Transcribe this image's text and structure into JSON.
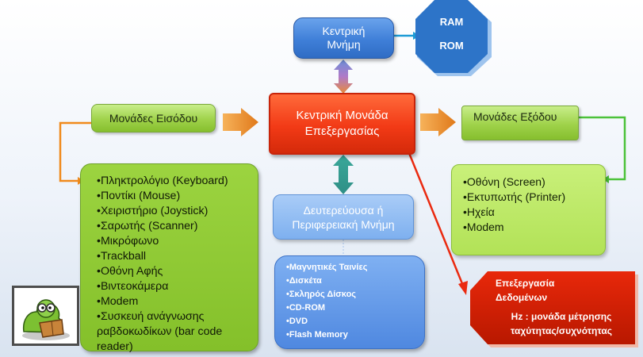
{
  "central_memory": "Κεντρική Μνήμη",
  "ram": "RAM",
  "rom": "ROM",
  "cpu": "Κεντρική Μονάδα Επεξεργασίας",
  "input_units": "Μονάδες Εισόδου",
  "output_units": "Μονάδες Εξόδου",
  "input_devices": [
    "Πληκτρολόγιο (Keyboard)",
    "Ποντίκι (Mouse)",
    "Χειριστήριο (Joystick)",
    "Σαρωτής (Scanner)",
    "Μικρόφωνο",
    "Trackball",
    "Οθόνη Αφής",
    "Βιντεοκάμερα",
    "Modem",
    "Συσκευή ανάγνωσης ραβδοκωδίκων (bar code reader)"
  ],
  "output_devices": [
    "Οθόνη (Screen)",
    "Εκτυπωτής (Printer)",
    "Ηχεία",
    "Modem"
  ],
  "secondary_memory": "Δευτερεύουσα ή Περιφερειακή Μνήμη",
  "storage_devices": [
    "Μαγνητικές Ταινίες",
    "Δισκέτα",
    "Σκληρός Δίσκος",
    "CD-ROM",
    "DVD",
    "Flash Memory"
  ],
  "processing_title": "Επεξεργασία Δεδομένων",
  "processing_note": "Hz : μονάδα μέτρησης ταχύτητας/συχνότητας",
  "colors": {
    "cpu_red": "#f23a16",
    "input_green": "#84c02a",
    "memory_blue": "#3f7fd8",
    "ram_rom_blue": "#2d74c8",
    "arrow_orange": "#f08a1c"
  }
}
